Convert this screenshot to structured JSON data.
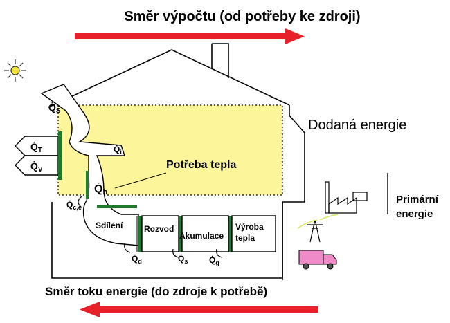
{
  "diagram": {
    "title_top": "Směr výpočtu (od potřeby ke zdroji)",
    "title_bottom": "Směr toku energie (do zdroje k potřebě)",
    "delivered_energy": "Dodaná energie",
    "primary_energy": [
      "Primární",
      "energie"
    ],
    "heat_demand": "Potřeba tepla",
    "stages": {
      "distribution_emission": "Sdílení",
      "distribution": "Rozvod",
      "storage": "Akumulace",
      "generation": [
        "Výroba",
        "tepla"
      ]
    },
    "symbols": {
      "q_dot": "Q̇",
      "sub_solar": "S",
      "sub_transmission": "T",
      "sub_ventilation": "V",
      "sub_internal": "i",
      "sub_heat": "h",
      "sub_ce": "c,e",
      "sub_d": "d",
      "sub_s": "s",
      "sub_g": "g"
    },
    "colors": {
      "arrow_red": "#e8202a",
      "demand_yellow": "#fcf59a",
      "pipe_green": "#1f7a2c",
      "truck_pink": "#f08ac8",
      "sun_yellow": "#f2e23a"
    },
    "icons": [
      "sun-icon",
      "factory-icon",
      "power-pylon-icon",
      "truck-icon"
    ]
  }
}
